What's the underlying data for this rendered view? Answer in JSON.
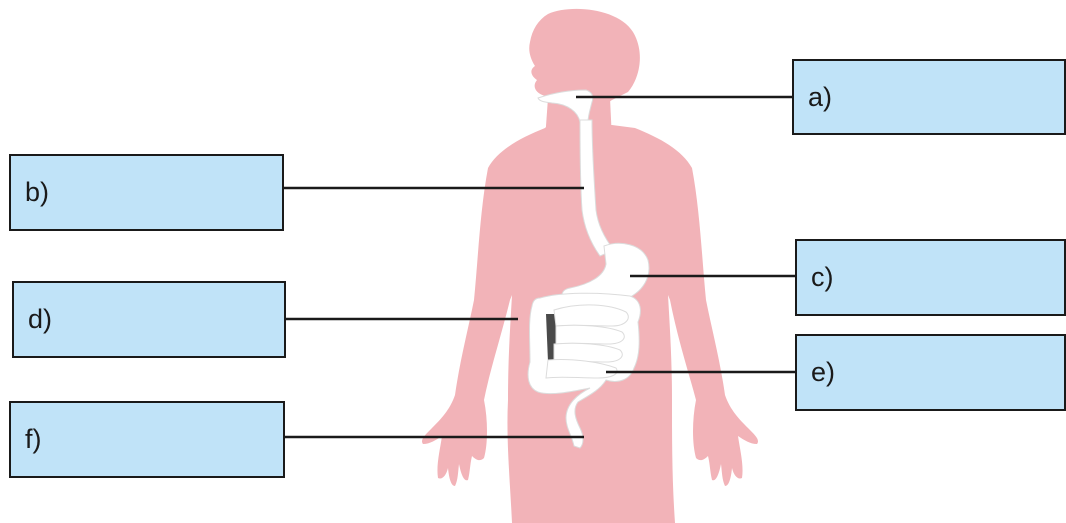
{
  "labels": {
    "a": "a)",
    "b": "b)",
    "c": "c)",
    "d": "d)",
    "e": "e)",
    "f": "f)"
  },
  "colors": {
    "body_silhouette": "#f2b3b8",
    "digestive_tract": "#ffffff",
    "label_fill": "#c0e3f8",
    "leader_line": "#1a1a1a"
  }
}
